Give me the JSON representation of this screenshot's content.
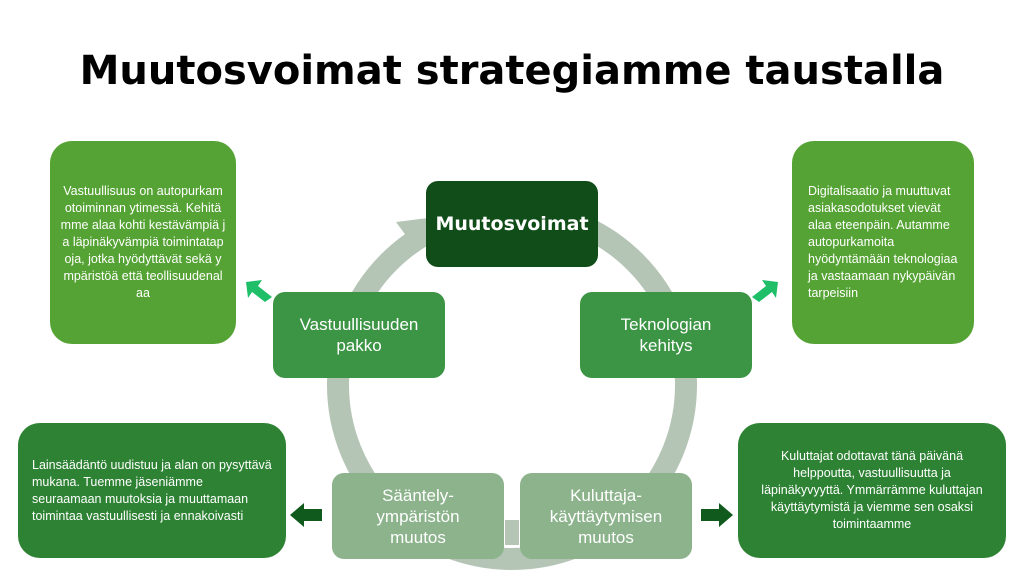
{
  "title": "Muutosvoimat strategiamme taustalla",
  "colors": {
    "center": "#114d18",
    "mid": "#3c9445",
    "light": "#8cb38c",
    "desc_top": "#55a334",
    "desc_bottom": "#2e8234",
    "ring": "#b5c5b5",
    "arrow_teal": "#1fbf6a",
    "arrow_dark": "#0f5a1c"
  },
  "center_node": "Muutosvoimat",
  "nodes": {
    "responsibility": "Vastuullisuuden pakko",
    "technology": "Teknologian kehitys",
    "regulation": "Sääntely-ympäristön muutos",
    "consumer": "Kuluttaja-käyttäytymisen muutos"
  },
  "descriptions": {
    "responsibility": "Vastuullisuus on autopurkamotoiminnan ytimessä. Kehitämme alaa kohti kestävämpiä ja läpinäkyvämpiä toimintatapoja, jotka hyödyttävät sekä ympäristöä että teollisuudenalaa",
    "technology": "Digitalisaatio ja muuttuvat asiakasodotukset vievät alaa eteenpäin. Autamme autopurkamoita hyödyntämään teknologiaa ja vastaamaan nykypäivän tarpeisiin",
    "regulation": "Lainsäädäntö uudistuu ja alan on pysyttävä mukana. Tuemme jäseniämme seuraamaan muutoksia ja muuttamaan toimintaa vastuullisesti ja ennakoivasti",
    "consumer": "Kuluttajat odottavat tänä päivänä helppoutta, vastuullisuutta ja läpinäkyvyyttä. Ymmärrämme kuluttajan käyttäytymistä ja viemme sen osaksi toimintaamme"
  }
}
